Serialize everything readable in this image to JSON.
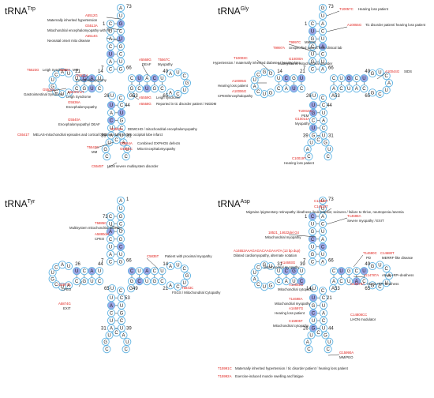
{
  "panels": [
    {
      "key": "trp",
      "title": "tRNA",
      "superscript": "Trp",
      "numbers": [
        "73",
        "1",
        "7",
        "66",
        "49",
        "65",
        "53",
        "26",
        "44",
        "39",
        "31",
        "21",
        "14",
        "8",
        "17",
        "33"
      ],
      "annotations": [
        {
          "mutation": "A5512G",
          "description": "Maternally inherited hypertension"
        },
        {
          "mutation": "G5513A",
          "description": "Mitochondrial encephalomyopathy with RF"
        },
        {
          "mutation": "A5514G",
          "description": "Neonatal onset mito disease"
        },
        {
          "mutation": "A5568G",
          "description": "DEAF"
        },
        {
          "mutation": "T5567C",
          "description": "Myopathy"
        },
        {
          "mutation": "T5523G",
          "description": "Leigh Syndrome"
        },
        {
          "mutation": "G5522",
          "description": "MM"
        },
        {
          "mutation": "G5521A",
          "description": "Encephalomyopathy"
        },
        {
          "mutation": "A5559G",
          "description": "Leigh syndrome"
        },
        {
          "mutation": "A5558G",
          "description": "Reported in tic disorder patient / NIDDM"
        },
        {
          "mutation": "G5532A",
          "description": "Gastrointestinal Syndrome"
        },
        {
          "mutation": "A5537insT",
          "description": "Leigh Syndrome"
        },
        {
          "mutation": "G5536A",
          "description": "Encephalomyopathy"
        },
        {
          "mutation": "G5554A",
          "description": "Combined OXPHOS defects"
        },
        {
          "mutation": "G5554C",
          "description": "Mito Encephalomyopathy"
        },
        {
          "mutation": "G5540A",
          "description": "Encephalomyopathy/ DEAF"
        },
        {
          "mutation": "G5549A",
          "description": "DEMCHO / mitochondrial encephalomyopathy"
        },
        {
          "mutation": "C5541T",
          "description": "MELAS-mitochondrial episodes and cortical blindness-MRI shows occipital lobe infarct"
        },
        {
          "mutation": "T5543C",
          "description": "MM"
        },
        {
          "mutation": "C5545T",
          "description": "HCM severe multisystem disorder"
        }
      ]
    },
    {
      "key": "gly",
      "title": "tRNA",
      "superscript": "Gly",
      "numbers": [
        "73",
        "1",
        "7",
        "66",
        "49",
        "65",
        "53",
        "26",
        "44",
        "39",
        "31",
        "14",
        "21",
        "8",
        "17"
      ],
      "annotations": [
        {
          "mutation": "T10057C",
          "description": "Hearing loss patient"
        },
        {
          "mutation": "A10055G",
          "description": "Tic disorder patient/ hearing loss patient"
        },
        {
          "mutation": "T9997C",
          "description": "MMCM"
        },
        {
          "mutation": "T9997A",
          "description": "Unspecified patient from clinical lab"
        },
        {
          "mutation": "T10003C",
          "description": "Hypertension / maternally inherited diabetes / hearing loss"
        },
        {
          "mutation": "G10000A",
          "description": "Multisystemic mitochondrial disorder"
        },
        {
          "mutation": "A10005G",
          "description": "Hearing loss patient"
        },
        {
          "mutation": "A10006G",
          "description": "CPEO/Encephalopathy"
        },
        {
          "mutation": "A10044G",
          "description": "SIDS"
        },
        {
          "mutation": "T10010C",
          "description": "PEM"
        },
        {
          "mutation": "G10014A",
          "description": "Myopathy"
        },
        {
          "mutation": "C10019T",
          "description": "Hearing loss patient"
        }
      ]
    },
    {
      "key": "tyr",
      "title": "tRNA",
      "superscript": "Tyr",
      "numbers": [
        "1",
        "73",
        "7",
        "66",
        "14",
        "21",
        "49",
        "65",
        "53",
        "31",
        "39",
        "26",
        "44",
        "8"
      ],
      "annotations": [
        {
          "mutation": "T5885C",
          "description": "Multisystem mitochondrial disorder"
        },
        {
          "mutation": "A5880del",
          "description": "CPEO"
        },
        {
          "mutation": "C5835T",
          "description": "Patient with proximal myopathy"
        },
        {
          "mutation": "G5877A",
          "description": "CPEO"
        },
        {
          "mutation": "A5874G",
          "description": "EXIT"
        },
        {
          "mutation": "T5843C",
          "description": "FSGS / Mitochondrial Cytopathy"
        }
      ]
    },
    {
      "key": "asp",
      "title": "tRNA",
      "superscript": "Asp",
      "numbers": [
        "73",
        "1",
        "7",
        "66",
        "49",
        "65",
        "53",
        "14",
        "21",
        "26",
        "44",
        "31",
        "39",
        "8"
      ],
      "annotations": [
        {
          "mutation": "C14623T",
          "description": ""
        },
        {
          "mutation": "C14634T",
          "description": "Migraine /pigmentary retinopathy /deafness /leukorrhosis; seizures / failure to thrive, neutropenia /anemia"
        },
        {
          "mutation": "T14698A",
          "description": "Severe myopathy / EXIT"
        },
        {
          "mutation": "18521_14622del G4",
          "description": "Mitochondrial myopathy"
        },
        {
          "mutation": "A14653AAAGAGACAAGAAATA (13 bp dup)",
          "description": "Dilated cardiomyopathy, alternate notation"
        },
        {
          "mutation": "A14693G",
          "description": "Mitochondrial myopathy"
        },
        {
          "mutation": "T14690C",
          "description": "PD"
        },
        {
          "mutation": "C14680T",
          "description": "MERRF-like disease"
        },
        {
          "mutation": "G14787A",
          "description": "Ataxia+RP+deafness"
        },
        {
          "mutation": "G15878A",
          "description": "Ataxia+RP+deafness"
        },
        {
          "mutation": "A14692G",
          "description": "Mitochondrial cytopathy"
        },
        {
          "mutation": "T14698A",
          "description": "Mitochondrial myopathy"
        },
        {
          "mutation": "A14697G",
          "description": "Hearing loss patient"
        },
        {
          "mutation": "C14808CC",
          "description": "LHON modulator"
        },
        {
          "mutation": "C15905T",
          "description": "Mitochondrial cytopathy"
        },
        {
          "mutation": "G15990A",
          "description": "MM/PEO"
        },
        {
          "mutation": "T15991C",
          "description": "Maternally inherited hypertension / tic disorder patient / hearing loss patient"
        },
        {
          "mutation": "T15992A",
          "description": "Exercise-induced muscle swelling and fatigue"
        }
      ]
    }
  ],
  "colors": {
    "base_stroke": "#5fb3e3",
    "base_fill": "#ffffff",
    "highlight_fill": "#9fa7e6",
    "mutation_text": "#e0201b",
    "pointer": "#222222"
  }
}
